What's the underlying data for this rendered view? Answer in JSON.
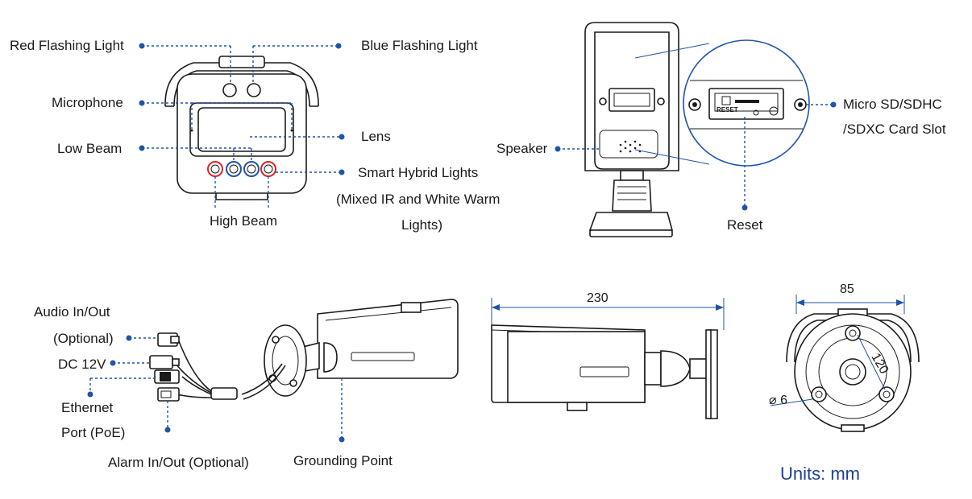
{
  "labels": {
    "red_flashing_light": "Red Flashing Light",
    "blue_flashing_light": "Blue Flashing Light",
    "microphone": "Microphone",
    "lens": "Lens",
    "low_beam": "Low Beam",
    "smart_hybrid_1": "Smart Hybrid Lights",
    "smart_hybrid_2": "(Mixed IR and White Warm",
    "smart_hybrid_3": "Lights)",
    "high_beam": "High Beam",
    "speaker": "Speaker",
    "micro_sd_1": "Micro SD/SDHC",
    "micro_sd_2": "/SDXC Card Slot",
    "reset": "Reset",
    "audio_1": "Audio In/Out",
    "audio_2": "(Optional)",
    "dc": "DC 12V",
    "ethernet_1": "Ethernet",
    "ethernet_2": "Port (PoE)",
    "alarm": "Alarm In/Out (Optional)",
    "grounding": "Grounding Point",
    "reset_silk": "RESET"
  },
  "dimensions": {
    "length": "230",
    "width": "85",
    "hole_circle": "120",
    "hole_diameter": "⌀ 6"
  },
  "units": "Units: mm",
  "colors": {
    "leader": "#1f55a8",
    "red_light": "#d9262c",
    "units_text": "#1f3f99"
  }
}
